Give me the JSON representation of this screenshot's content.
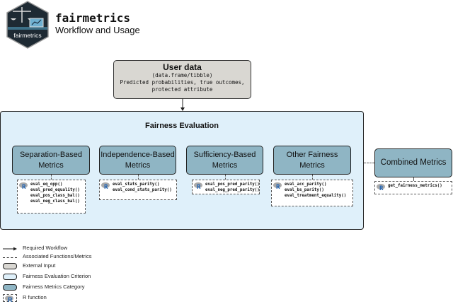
{
  "header": {
    "logo_text": "fairmetrics",
    "title": "fairmetrics",
    "subtitle": "Workflow and Usage"
  },
  "user_data": {
    "title": "User data",
    "lines": [
      "(data.frame/tibble)",
      "Predicted probabilities, true outcomes,",
      "protected attribute"
    ]
  },
  "evaluation": {
    "title": "Fairness Evaluation"
  },
  "categories": [
    {
      "label": "Separation-Based Metrics",
      "functions": [
        "eval_eq_opp()",
        "eval_pred_equality()",
        "eval_pos_class_bal()",
        "eval_neg_class_bal()"
      ]
    },
    {
      "label": "Independence-Based Metrics",
      "functions": [
        "eval_stats_parity()",
        "eval_cond_stats_parity()"
      ]
    },
    {
      "label": "Sufficiency-Based Metrics",
      "functions": [
        "eval_pos_pred_parity()",
        "eval_neg_pred_parity()"
      ]
    },
    {
      "label": "Other Fairness Metrics",
      "functions": [
        "eval_acc_parity()",
        "eval_bs_parity()",
        "eval_treatment_equality()"
      ]
    }
  ],
  "combined": {
    "label": "Combined Metrics",
    "functions": [
      "get_fairness_metrics()"
    ]
  },
  "legend": [
    {
      "label": "Required Workflow",
      "icon": "solid-arrow"
    },
    {
      "label": "Associated Functions/Metrics",
      "icon": "dashed-line"
    },
    {
      "label": "External Input",
      "color": "#d9d7d2"
    },
    {
      "label": "Fairness Evaluation Criterion",
      "color": "#dff0fa"
    },
    {
      "label": "Fairness Metrics Category",
      "color": "#8fb5c4"
    },
    {
      "label": "R function",
      "icon": "r-logo"
    }
  ],
  "colors": {
    "external": "#d9d7d2",
    "criterion": "#dff0fa",
    "category": "#8fb5c4",
    "logo_bg": "#1e2a33"
  }
}
